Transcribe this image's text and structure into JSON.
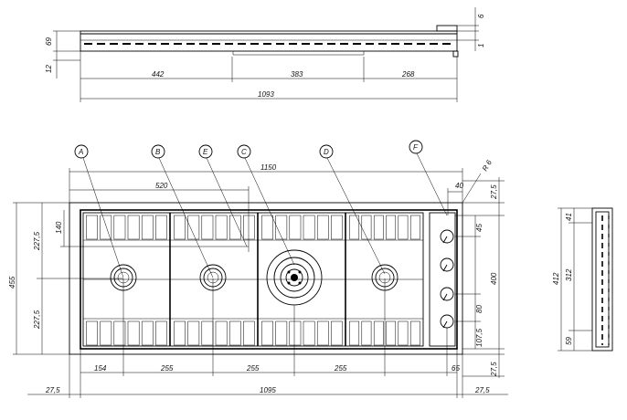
{
  "top_view": {
    "height_left": "69",
    "depth_small": "12",
    "top_right": "6",
    "bottom_right": "1",
    "segments": [
      "442",
      "383",
      "268"
    ],
    "overall": "1093"
  },
  "plan_view": {
    "callouts": [
      "A",
      "B",
      "E",
      "C",
      "D",
      "F"
    ],
    "width_1150": "1150",
    "width_520": "520",
    "right_40": "40",
    "radius": "R 6",
    "top_right_27": "27,5",
    "left_height": "455",
    "left_upper": "227,5",
    "left_lower": "227,5",
    "left_140": "140",
    "right_45": "45",
    "right_400": "400",
    "right_80": "80",
    "right_107": "107,5",
    "bottom_right_27": "27,5",
    "bottom_segments": [
      "154",
      "255",
      "255",
      "255"
    ],
    "bottom_65": "65",
    "bottom_overall": "1095",
    "bottom_left_27": "27,5",
    "bottom_right_27b": "27,5"
  },
  "side_view": {
    "overall": "412",
    "top": "41",
    "middle": "312",
    "bottom": "59"
  }
}
